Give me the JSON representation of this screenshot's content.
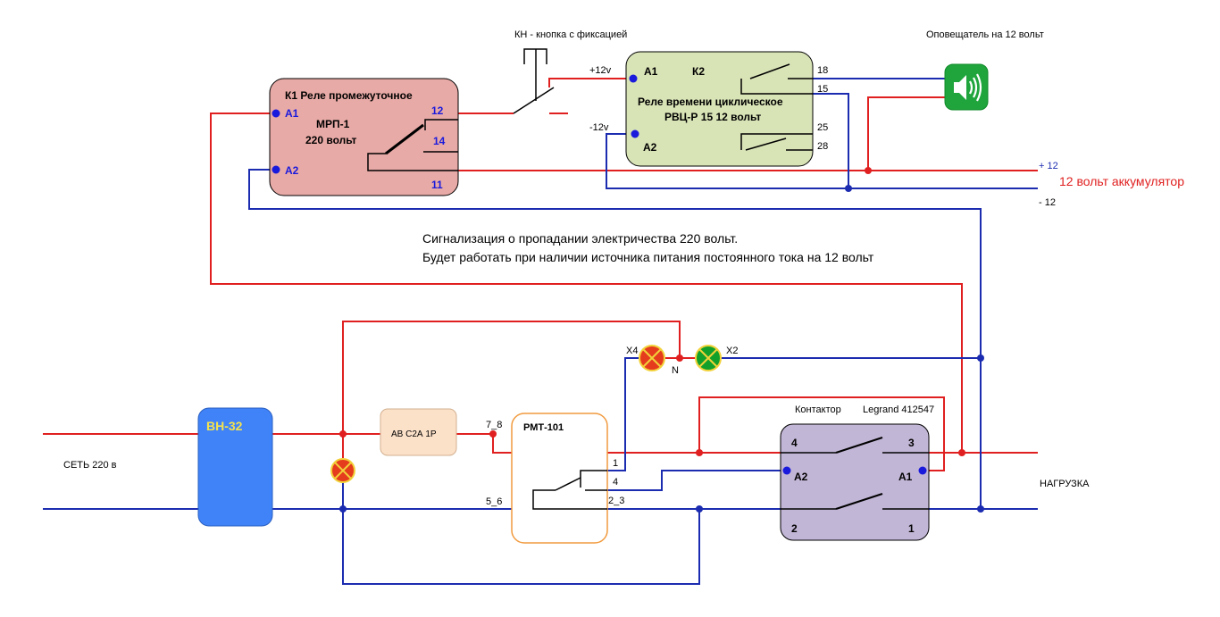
{
  "texts": {
    "kn_label": "КН - кнопка с фиксацией",
    "siren_label": "Оповещатель на 12 вольт",
    "k1_title": "К1 Реле промежуточное",
    "k1_model": "МРП-1",
    "k1_voltage": "220 вольт",
    "k1_a1": "А1",
    "k1_a2": "А2",
    "k1_pin12": "12",
    "k1_pin14": "14",
    "k1_pin11": "11",
    "k2_a1": "А1",
    "k2_a2": "А2",
    "k2_name": "К2",
    "k2_title": "Реле времени циклическое",
    "k2_model": "РВЦ-Р 15   12 вольт",
    "k2_pin18": "18",
    "k2_pin15": "15",
    "k2_pin25": "25",
    "k2_pin28": "28",
    "plus12v": "+12v",
    "minus12v": "-12v",
    "plus12": "+ 12",
    "minus12": "- 12",
    "battery": "12 вольт аккумулятор",
    "note1": "Сигнализация о пропадании электричества 220 вольт.",
    "note2": "Будет работать при наличии источника питания постоянного тока на 12 вольт",
    "vn32": "ВН-32",
    "ab": "АВ С2А 1Р",
    "pmt": "РМТ-101",
    "pin78": "7_8",
    "pin56": "5_6",
    "pin1": "1",
    "pin4": "4",
    "pin23": "2_3",
    "x4": "X4",
    "x2": "X2",
    "n": "N",
    "contactor": "Контактор",
    "legrand": "Legrand 412547",
    "c4": "4",
    "c3": "3",
    "c2": "2",
    "c1": "1",
    "ca1": "А1",
    "ca2": "А2",
    "mains": "СЕТЬ 220 в",
    "load": "НАГРУЗКА"
  },
  "colors": {
    "phase": "#e02020",
    "neutral": "#1c2cb0",
    "k1_fill": "#e8aaa6",
    "k2_fill": "#d8e3b6",
    "contactor_fill": "#c2b6d6",
    "vn_fill": "#4083f8",
    "vn_text": "#f5e34d",
    "ab_fill": "#fce1c9",
    "siren_fill": "#1fa53c",
    "lamp_red": "#e53c1e",
    "lamp_green": "#13a02a",
    "pmt_border": "#f19a3e",
    "pin_blue": "#1a1adc"
  },
  "icons": {
    "siren": "speaker-icon",
    "lamp": "indicator-lamp-icon"
  }
}
